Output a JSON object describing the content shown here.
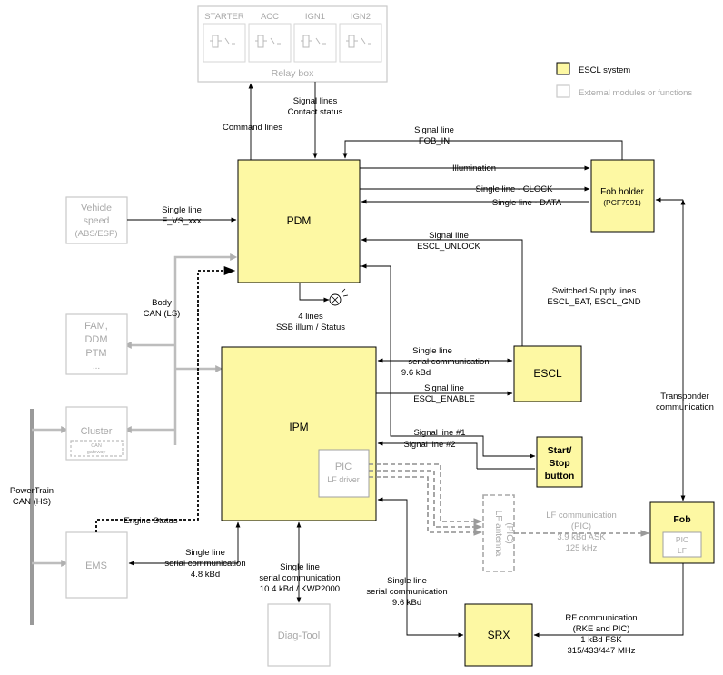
{
  "relay_box": {
    "title": "Relay box",
    "relays": [
      "STARTER",
      "ACC",
      "IGN1",
      "IGN2"
    ]
  },
  "legend": {
    "system": "ESCL system",
    "external": "External modules or functions"
  },
  "blocks": {
    "pdm": "PDM",
    "ipm": "IPM",
    "escl": "ESCL",
    "fob_holder": "Fob holder",
    "fob_holder_chip": "(PCF7991)",
    "start_stop": [
      "Start/",
      "Stop",
      "button"
    ],
    "fob": "Fob",
    "fob_pic": [
      "PIC",
      "LF"
    ],
    "srx": "SRX",
    "pic": "PIC",
    "pic_sub": "LF driver",
    "vehicle_speed": [
      "Vehicle",
      "speed",
      "(ABS/ESP)"
    ],
    "fam": [
      "FAM,",
      "DDM",
      "PTM",
      "..."
    ],
    "cluster": "Cluster",
    "can_gateway": [
      "CAN",
      "gateway"
    ],
    "ems": "EMS",
    "diag_tool": "Diag-Tool",
    "lf_antenna": [
      "LF antenna",
      "(PIC)"
    ]
  },
  "labels": {
    "command_lines": "Command lines",
    "signal_lines_contact": [
      "Signal lines",
      "Contact status"
    ],
    "signal_fob_in": [
      "Signal line",
      "FOB_IN"
    ],
    "illumination": "Illumination",
    "clock": "Single line  - CLOCK",
    "data": "Single line - DATA",
    "f_vs": [
      "Single line",
      "F_VS_xxx"
    ],
    "escl_unlock": [
      "Signal line",
      "ESCL_UNLOCK"
    ],
    "switched_supply": [
      "Switched Supply lines",
      "ESCL_BAT, ESCL_GND"
    ],
    "body_can": [
      "Body",
      "CAN (LS)"
    ],
    "ssb": [
      "4 lines",
      "SSB illum / Status"
    ],
    "serial_96_top": [
      "Single line",
      "serial communication",
      "9.6 kBd"
    ],
    "escl_enable": [
      "Signal line",
      "ESCL_ENABLE"
    ],
    "transponder": [
      "Transponder",
      "communication"
    ],
    "signal_1": "Signal line #1",
    "signal_2": "Signal line #2",
    "powertrain_can": [
      "PowerTrain",
      "CAN (HS)"
    ],
    "engine_status": "Engine Status",
    "lf_comm": [
      "LF communication",
      "(PIC)",
      "3.9 kBd ASK",
      "125 kHz"
    ],
    "serial_48": [
      "Single line",
      "serial communication",
      "4.8 kBd"
    ],
    "serial_104": [
      "Single line",
      "serial communication",
      "10.4 kBd / KWP2000"
    ],
    "serial_96_bottom": [
      "Single line",
      "serial communication",
      "9.6 kBd"
    ],
    "rf_comm": [
      "RF communication",
      "(RKE and PIC)",
      "1 kBd FSK",
      "315/433/447 MHz"
    ]
  },
  "colors": {
    "system_fill": "#fdf8a3",
    "external_stroke": "#c9c9c9",
    "bus_gray": "#9a9a9a"
  }
}
